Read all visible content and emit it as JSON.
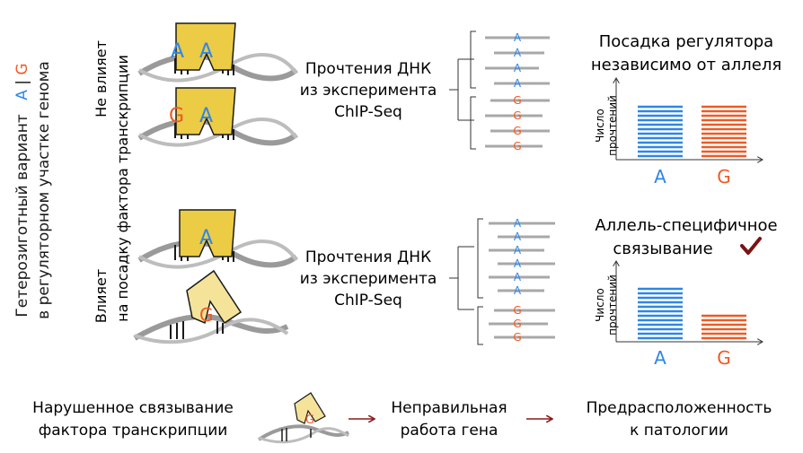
{
  "colors": {
    "allele_a": "#2f86e6",
    "allele_g": "#ee5a24",
    "tf_bound": "#eccb45",
    "tf_misfolded": "#f5e39a",
    "dna": "#9a9a9a",
    "read": "#a8a8a8",
    "arrow": "#8b1a1a",
    "check": "#7a1414",
    "text": "#1a1a1a"
  },
  "left_label": {
    "line1": "Гетерозиготный вариант",
    "allele_a": "A",
    "separator": "|",
    "allele_g": "G",
    "line2": "в регуляторном участке генома"
  },
  "rows": [
    {
      "side_line1": "Не влияет",
      "side_line2": "на посадку фактора транскрипции",
      "upper_allele": "A",
      "lower_allele": "A",
      "upper_snp": "A",
      "lower_snp": "G",
      "reads_line1": "Прочтения ДНК",
      "reads_line2": "из эксперимента",
      "reads_line3": "ChIP-Seq",
      "reads_a": [
        "A",
        "A",
        "A",
        "A"
      ],
      "reads_g": [
        "G",
        "G",
        "G",
        "G"
      ],
      "result_line1": "Посадка регулятора",
      "result_line2": "независимо от аллеля",
      "check_icon": "",
      "y_label_line1": "Число",
      "y_label_line2": "прочтений",
      "bar_a_label": "A",
      "bar_g_label": "G",
      "bar_a_value": 1.0,
      "bar_g_value": 1.0
    },
    {
      "side_line1": "Влияет",
      "side_line2": "на посадку фактора транскрипции",
      "upper_allele": "A",
      "lower_allele": "G",
      "upper_snp": "A",
      "lower_snp": "G",
      "reads_line1": "Прочтения ДНК",
      "reads_line2": "из эксперимента",
      "reads_line3": "ChIP-Seq",
      "reads_a": [
        "A",
        "A",
        "A",
        "A",
        "A",
        "A"
      ],
      "reads_g": [
        "G",
        "G",
        "G"
      ],
      "result_line1": "Аллель-специфичное",
      "result_line2": "связывание",
      "check_icon": "checkmark-icon",
      "y_label_line1": "Число",
      "y_label_line2": "прочтений",
      "bar_a_label": "A",
      "bar_g_label": "G",
      "bar_a_value": 1.0,
      "bar_g_value": 0.48
    }
  ],
  "bottom": {
    "step1_line1": "Нарушенное связывание",
    "step1_line2": "фактора транскрипции",
    "mini_snp": "G",
    "step2_line1": "Неправильная",
    "step2_line2": "работа гена",
    "step3_line1": "Предрасположенность",
    "step3_line2": "к патологии"
  }
}
